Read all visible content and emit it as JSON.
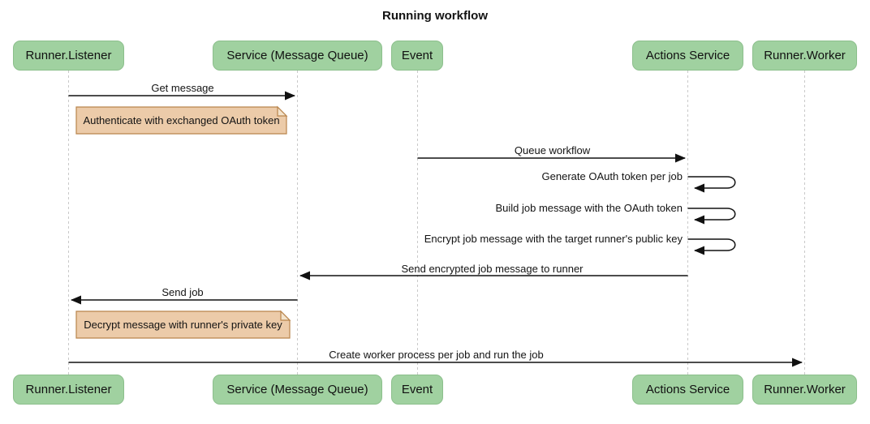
{
  "title": "Running workflow",
  "participants": [
    {
      "name": "Runner.Listener"
    },
    {
      "name": "Service (Message Queue)"
    },
    {
      "name": "Event"
    },
    {
      "name": "Actions Service"
    },
    {
      "name": "Runner.Worker"
    }
  ],
  "messages": [
    {
      "label": "Get message",
      "from": "Runner.Listener",
      "to": "Service (Message Queue)",
      "type": "arrow-right"
    },
    {
      "label": "Queue workflow",
      "from": "Event",
      "to": "Actions Service",
      "type": "arrow-right"
    },
    {
      "label": "Generate OAuth token per job",
      "from": "Actions Service",
      "to": "Actions Service",
      "type": "self-loop"
    },
    {
      "label": "Build job message with the OAuth token",
      "from": "Actions Service",
      "to": "Actions Service",
      "type": "self-loop"
    },
    {
      "label": "Encrypt job message with the target runner's public key",
      "from": "Actions Service",
      "to": "Actions Service",
      "type": "self-loop"
    },
    {
      "label": "Send encrypted job message to runner",
      "from": "Actions Service",
      "to": "Service (Message Queue)",
      "type": "arrow-left"
    },
    {
      "label": "Send job",
      "from": "Service (Message Queue)",
      "to": "Runner.Listener",
      "type": "arrow-left"
    },
    {
      "label": "Create worker process per job and run the job",
      "from": "Runner.Listener",
      "to": "Runner.Worker",
      "type": "arrow-right"
    }
  ],
  "notes": [
    {
      "text": "Authenticate with exchanged OAuth token",
      "over": "Runner.Listener"
    },
    {
      "text": "Decrypt message with runner's private key",
      "over": "Runner.Listener"
    }
  ],
  "theme": {
    "actor_fill": "#A0D1A0",
    "actor_border": "#8CBF8C",
    "note_fill": "#ECCBA9",
    "note_border": "#B9854C",
    "message_line": "#111111",
    "lifeline": "#c9c9c9",
    "background": "#ffffff"
  }
}
